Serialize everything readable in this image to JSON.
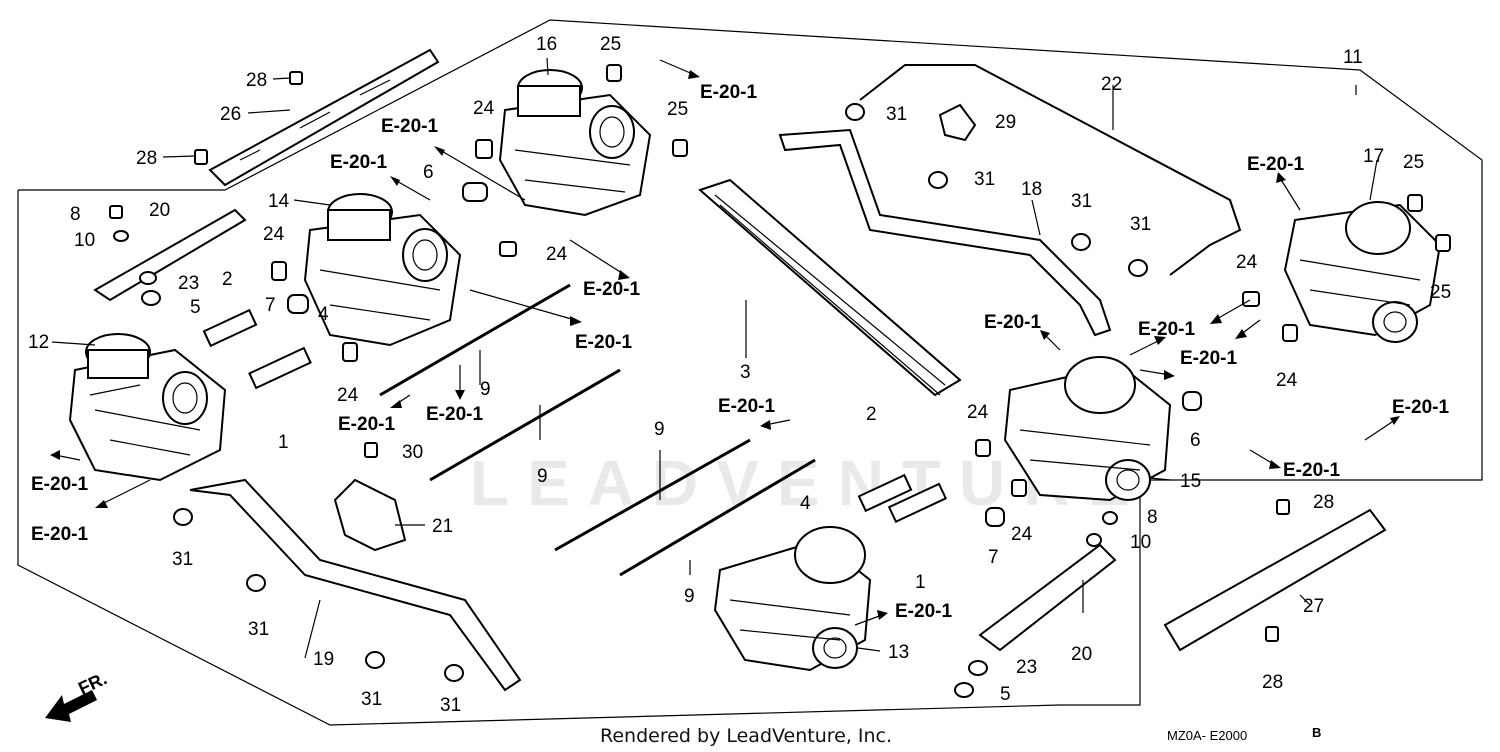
{
  "diagram": {
    "watermark": "LEADVENTURE",
    "footer": "Rendered by LeadVenture, Inc.",
    "diagram_code": "MZ0A- E2000",
    "revision": "B",
    "front_label": "FR.",
    "reference_label": "E-20-1",
    "callouts": [
      {
        "id": "c1",
        "text": "1"
      },
      {
        "id": "c1b",
        "text": "1"
      },
      {
        "id": "c2",
        "text": "2"
      },
      {
        "id": "c2b",
        "text": "2"
      },
      {
        "id": "c3",
        "text": "3"
      },
      {
        "id": "c4",
        "text": "4"
      },
      {
        "id": "c4b",
        "text": "4"
      },
      {
        "id": "c5",
        "text": "5"
      },
      {
        "id": "c5b",
        "text": "5"
      },
      {
        "id": "c6",
        "text": "6"
      },
      {
        "id": "c6b",
        "text": "6"
      },
      {
        "id": "c7",
        "text": "7"
      },
      {
        "id": "c7b",
        "text": "7"
      },
      {
        "id": "c8",
        "text": "8"
      },
      {
        "id": "c8b",
        "text": "8"
      },
      {
        "id": "c9",
        "text": "9"
      },
      {
        "id": "c9b",
        "text": "9"
      },
      {
        "id": "c9c",
        "text": "9"
      },
      {
        "id": "c9d",
        "text": "9"
      },
      {
        "id": "c10",
        "text": "10"
      },
      {
        "id": "c10b",
        "text": "10"
      },
      {
        "id": "c11",
        "text": "11"
      },
      {
        "id": "c12",
        "text": "12"
      },
      {
        "id": "c13",
        "text": "13"
      },
      {
        "id": "c14",
        "text": "14"
      },
      {
        "id": "c15",
        "text": "15"
      },
      {
        "id": "c16",
        "text": "16"
      },
      {
        "id": "c17",
        "text": "17"
      },
      {
        "id": "c18",
        "text": "18"
      },
      {
        "id": "c19",
        "text": "19"
      },
      {
        "id": "c20",
        "text": "20"
      },
      {
        "id": "c20b",
        "text": "20"
      },
      {
        "id": "c21",
        "text": "21"
      },
      {
        "id": "c22",
        "text": "22"
      },
      {
        "id": "c23",
        "text": "23"
      },
      {
        "id": "c23b",
        "text": "23"
      },
      {
        "id": "c24a",
        "text": "24"
      },
      {
        "id": "c24b",
        "text": "24"
      },
      {
        "id": "c24c",
        "text": "24"
      },
      {
        "id": "c24d",
        "text": "24"
      },
      {
        "id": "c24e",
        "text": "24"
      },
      {
        "id": "c24f",
        "text": "24"
      },
      {
        "id": "c24g",
        "text": "24"
      },
      {
        "id": "c24h",
        "text": "24"
      },
      {
        "id": "c25a",
        "text": "25"
      },
      {
        "id": "c25b",
        "text": "25"
      },
      {
        "id": "c25c",
        "text": "25"
      },
      {
        "id": "c25d",
        "text": "25"
      },
      {
        "id": "c26",
        "text": "26"
      },
      {
        "id": "c27",
        "text": "27"
      },
      {
        "id": "c28a",
        "text": "28"
      },
      {
        "id": "c28b",
        "text": "28"
      },
      {
        "id": "c28c",
        "text": "28"
      },
      {
        "id": "c28d",
        "text": "28"
      },
      {
        "id": "c29",
        "text": "29"
      },
      {
        "id": "c30",
        "text": "30"
      },
      {
        "id": "c31a",
        "text": "31"
      },
      {
        "id": "c31b",
        "text": "31"
      },
      {
        "id": "c31c",
        "text": "31"
      },
      {
        "id": "c31d",
        "text": "31"
      },
      {
        "id": "c31e",
        "text": "31"
      },
      {
        "id": "c31f",
        "text": "31"
      },
      {
        "id": "c31g",
        "text": "31"
      },
      {
        "id": "c31h",
        "text": "31"
      }
    ]
  }
}
